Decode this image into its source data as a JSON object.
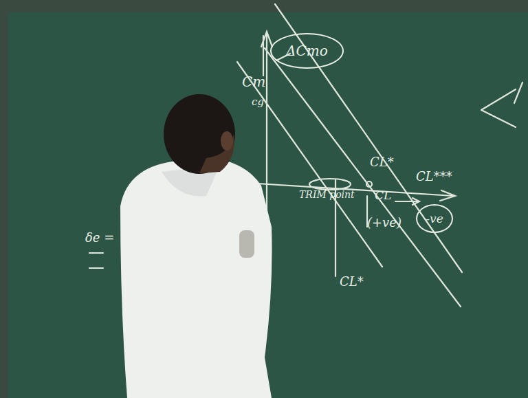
{
  "diagram": {
    "nodes": [
      {
        "text": [
          "ΔCmo"
        ]
      },
      {
        "text": [
          "-ve"
        ]
      }
    ],
    "labels": [
      "Cm",
      "cg",
      "CL*",
      "CL***",
      "TRIM point",
      "CL",
      "(+ve)",
      "CL*",
      "δe ="
    ]
  }
}
